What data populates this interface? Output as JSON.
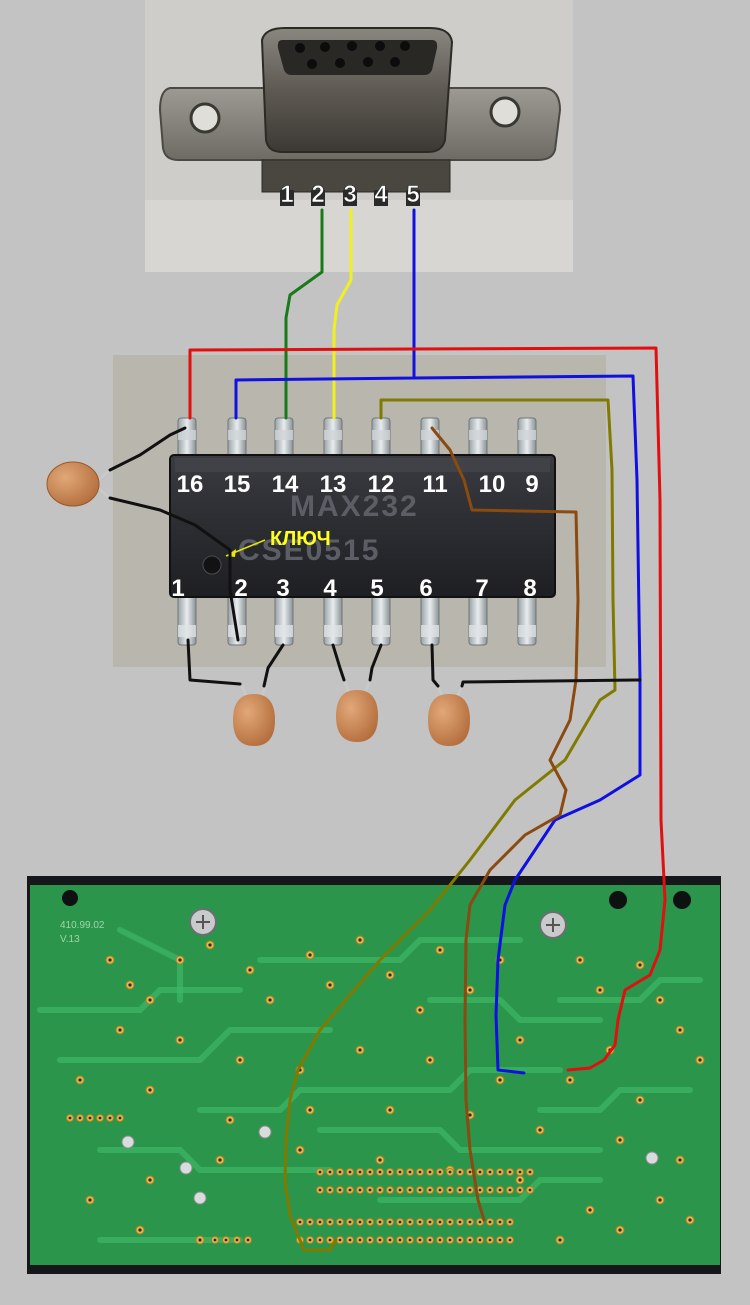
{
  "db9": {
    "pins": [
      "1",
      "2",
      "3",
      "4",
      "5"
    ]
  },
  "chip": {
    "marking_line1": "MAX232",
    "marking_line2": "CSE0515",
    "key_label": "КЛЮЧ",
    "top_pins": [
      "16",
      "15",
      "14",
      "13",
      "12",
      "11",
      "10",
      "9"
    ],
    "bottom_pins": [
      "1",
      "2",
      "3",
      "4",
      "5",
      "6",
      "7",
      "8"
    ]
  },
  "pcb": {
    "silk_line1": "410.99.02",
    "silk_line2": "V.13"
  },
  "wire_colors": {
    "red": "#e01010",
    "blue": "#1010e0",
    "green": "#1a7a1a",
    "yellow": "#f0f020",
    "olive": "#807a00",
    "brown": "#8a4a10",
    "black": "#111111"
  }
}
